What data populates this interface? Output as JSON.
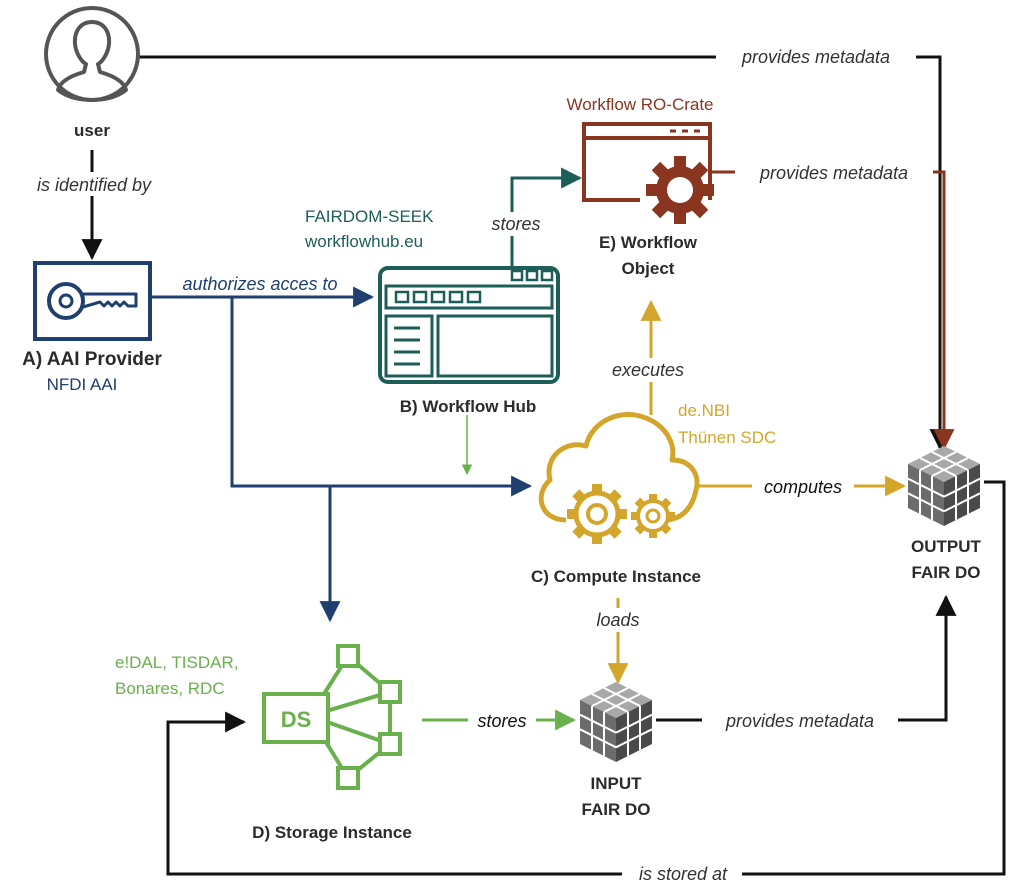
{
  "nodes": {
    "user": {
      "label": "user"
    },
    "aai": {
      "label": "A) AAI Provider",
      "sublabel": "NFDI AAI"
    },
    "hub": {
      "label": "B) Workflow Hub",
      "sublabel_line1": "FAIRDOM-SEEK",
      "sublabel_line2": "workflowhub.eu"
    },
    "compute": {
      "label": "C) Compute Instance",
      "sublabel_line1": "de.NBI",
      "sublabel_line2": "Thünen SDC"
    },
    "storage": {
      "label": "D) Storage Instance",
      "sublabel_line1": "e!DAL, TISDAR,",
      "sublabel_line2": "Bonares, RDC",
      "icon_text": "DS"
    },
    "workflow": {
      "label_line1": "E) Workflow",
      "label_line2": "Object",
      "sublabel": "Workflow RO-Crate"
    },
    "output": {
      "label_line1": "OUTPUT",
      "label_line2": "FAIR DO"
    },
    "input": {
      "label_line1": "INPUT",
      "label_line2": "FAIR DO"
    }
  },
  "edges": {
    "user_provides": "provides metadata",
    "identified": "is identified by",
    "authorizes": "authorizes acces to",
    "hub_stores": "stores",
    "executes": "executes",
    "wf_provides": "provides metadata",
    "computes": "computes",
    "loads": "loads",
    "ds_stores": "stores",
    "input_provides": "provides metadata",
    "stored_at": "is stored at"
  },
  "colors": {
    "navy": "#1f3f6e",
    "teal": "#1d5e58",
    "gold": "#d3a52a",
    "rust": "#8a3520",
    "green": "#6ab04c",
    "black": "#111111",
    "gray": "#666666"
  }
}
